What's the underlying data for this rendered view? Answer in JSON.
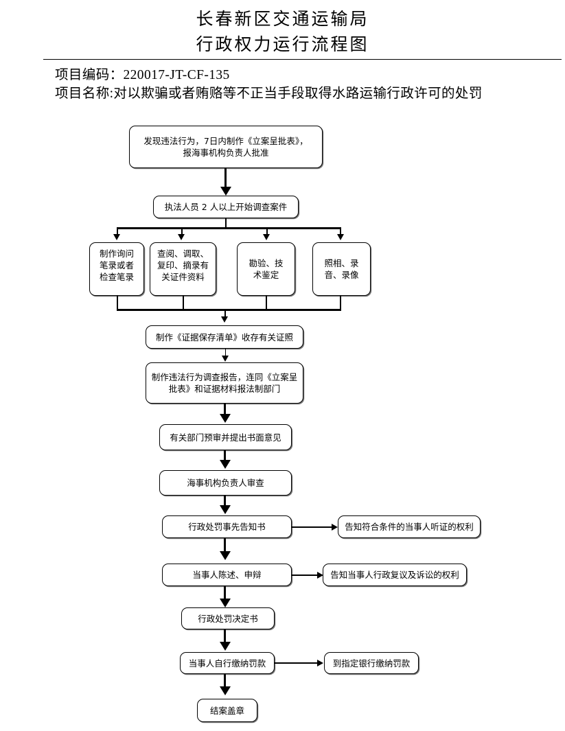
{
  "header": {
    "org_title": "长春新区交通运输局",
    "doc_title": "行政权力运行流程图",
    "project_code_label": "项目编码：220017-JT-CF-135",
    "project_code_value": "220017-JT-CF-135",
    "project_name_label": "项目名称:对以欺骗或者贿赂等不正当手段取得水路运输行政许可的处罚"
  },
  "flow": {
    "nodes": {
      "n1": "发现违法行为，7日内制作《立案呈批表》，报海事机构负责人批准",
      "n2": "执法人员 2 人以上开始调查案件",
      "b1": "制作询问笔录或者检查笔录",
      "b2": "查阅、调取、复印、摘录有关证件资料",
      "b3": "勘验、技术鉴定",
      "b4": "照相、录音、录像",
      "n3": "制作《证据保存清单》收存有关证照",
      "n4": "制作违法行为调查报告，连同《立案呈批表》和证据材料报法制部门",
      "n5": "有关部门预审并提出书面意见",
      "n6": "海事机构负责人审查",
      "n7": "行政处罚事先告知书",
      "n7r": "告知符合条件的当事人听证的权利",
      "n8": "当事人陈述、申辩",
      "n8r": "告知当事人行政复议及诉讼的权利",
      "n9": "行政处罚决定书",
      "n10": "当事人自行缴纳罚款",
      "n10r": "到指定银行缴纳罚款",
      "n11": "结案盖章"
    },
    "node_lines": {
      "n1_l1": "发现违法行为，7日内制作《立案呈批表》，",
      "n1_l2": "报海事机构负责人批准",
      "b1_l1": "制作询问",
      "b1_l2": "笔录或者",
      "b1_l3": "检查笔录",
      "b2_l1": "查阅、调取、",
      "b2_l2": "复印、摘录有",
      "b2_l3": "关证件资料",
      "b3_l1": "勘验、技",
      "b3_l2": "术鉴定",
      "b4_l1": "照相、录",
      "b4_l2": "音、录像",
      "n4_l1": "制作违法行为调查报告，连同《立案呈",
      "n4_l2": "批表》和证据材料报法制部门"
    }
  },
  "colors": {
    "line": "#000000",
    "shadow": "#7a7a7a",
    "background": "#ffffff"
  }
}
